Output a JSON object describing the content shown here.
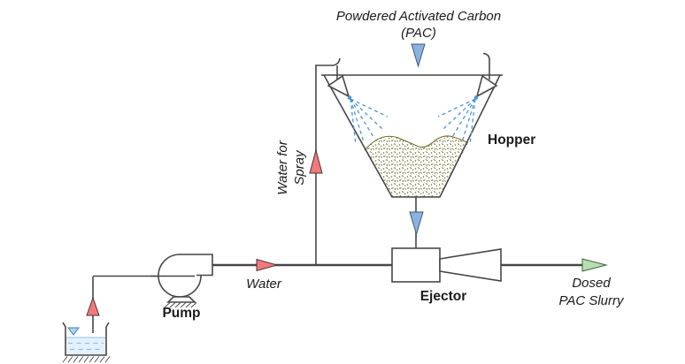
{
  "diagram": {
    "title_line1": "Powdered Activated Carbon",
    "title_line2": "(PAC)",
    "labels": {
      "hopper": "Hopper",
      "pump": "Pump",
      "ejector": "Ejector",
      "water": "Water",
      "water_for_spray_line1": "Water for",
      "water_for_spray_line2": "Spray",
      "output_line1": "Dosed",
      "output_line2": "PAC Slurry"
    },
    "colors": {
      "line": "#474747",
      "text": "#1b1b1b",
      "red_arrow": "#F0797C",
      "blue_arrow": "#8AB3DF",
      "green_arrow": "#B6DFB1",
      "spray": "#4E94D6",
      "pac_speckle": "#70702C",
      "tank_water": "#E4F1FA",
      "tank_dash": "#8FBFE4",
      "level_marker": "#A9D6EF"
    }
  }
}
